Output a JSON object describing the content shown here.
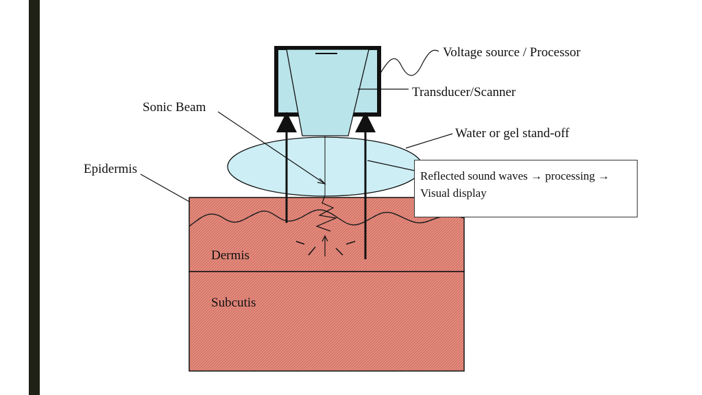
{
  "colors": {
    "left_bar": "#1f2117",
    "tissue_fill": "#e58b7e",
    "transducer_fill": "#b9e4ea",
    "gel_fill": "#cdeef4",
    "outline": "#111111"
  },
  "labels": {
    "voltage_source": "Voltage source / Processor",
    "transducer": "Transducer/Scanner",
    "sonic_beam": "Sonic Beam",
    "water_gel": "Water or gel stand-off",
    "epidermis": "Epidermis",
    "dermis": "Dermis",
    "subcutis": "Subcutis"
  },
  "callout": {
    "line1": "Reflected sound waves → processing →",
    "line2": "Visual display"
  }
}
